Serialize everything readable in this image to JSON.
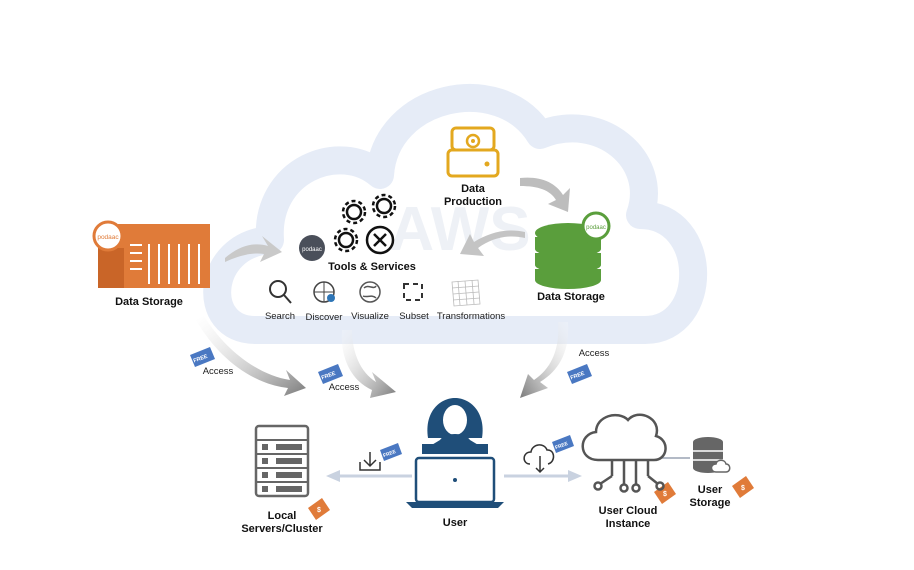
{
  "diagram": {
    "cloud_watermark": "AWS",
    "nodes": {
      "data_production": "Data\nProduction",
      "data_storage_left": "Data Storage",
      "data_storage_right": "Data Storage",
      "tools_services": "Tools & Services",
      "user": "User",
      "local_servers": "Local\nServers/Cluster",
      "user_cloud_instance": "User Cloud\nInstance",
      "user_storage": "User\nStorage"
    },
    "tools": [
      "Search",
      "Discover",
      "Visualize",
      "Subset",
      "Transformations"
    ],
    "access_labels": [
      "Access",
      "Access",
      "Access"
    ],
    "badge_free": "FREE",
    "badge_cost": "$",
    "logo_text": "podaac",
    "colors": {
      "orange": "#E07B39",
      "gold": "#E3A81F",
      "green": "#5A9E3C",
      "user_blue": "#1F4E79",
      "badge_blue": "#4A78C2",
      "arrow_gray": "#9A9A9A",
      "cloud_outline": "#E8EEF8"
    }
  }
}
